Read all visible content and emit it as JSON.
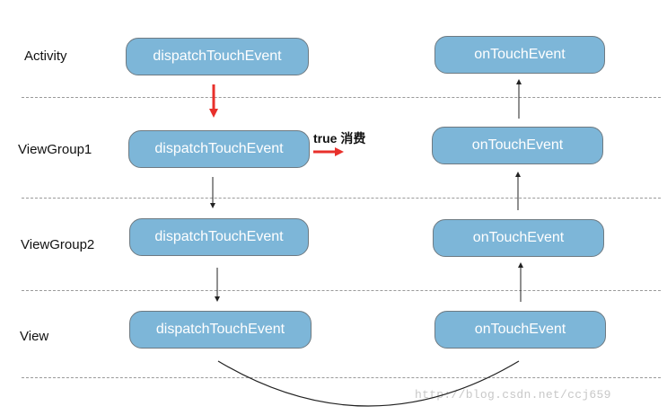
{
  "colors": {
    "node_fill": "#7db6d8",
    "node_text": "#ffffff",
    "arrow_red": "#e8302b",
    "arrow_black": "#222222",
    "divider": "#9a9a9a"
  },
  "rows": [
    {
      "label": "Activity",
      "left": "dispatchTouchEvent",
      "right": "onTouchEvent"
    },
    {
      "label": "ViewGroup1",
      "left": "dispatchTouchEvent",
      "right": "onTouchEvent"
    },
    {
      "label": "ViewGroup2",
      "left": "dispatchTouchEvent",
      "right": "onTouchEvent"
    },
    {
      "label": "View",
      "left": "dispatchTouchEvent",
      "right": "onTouchEvent"
    }
  ],
  "annotation": "true 消费",
  "watermark": "http://blog.csdn.net/ccj659"
}
